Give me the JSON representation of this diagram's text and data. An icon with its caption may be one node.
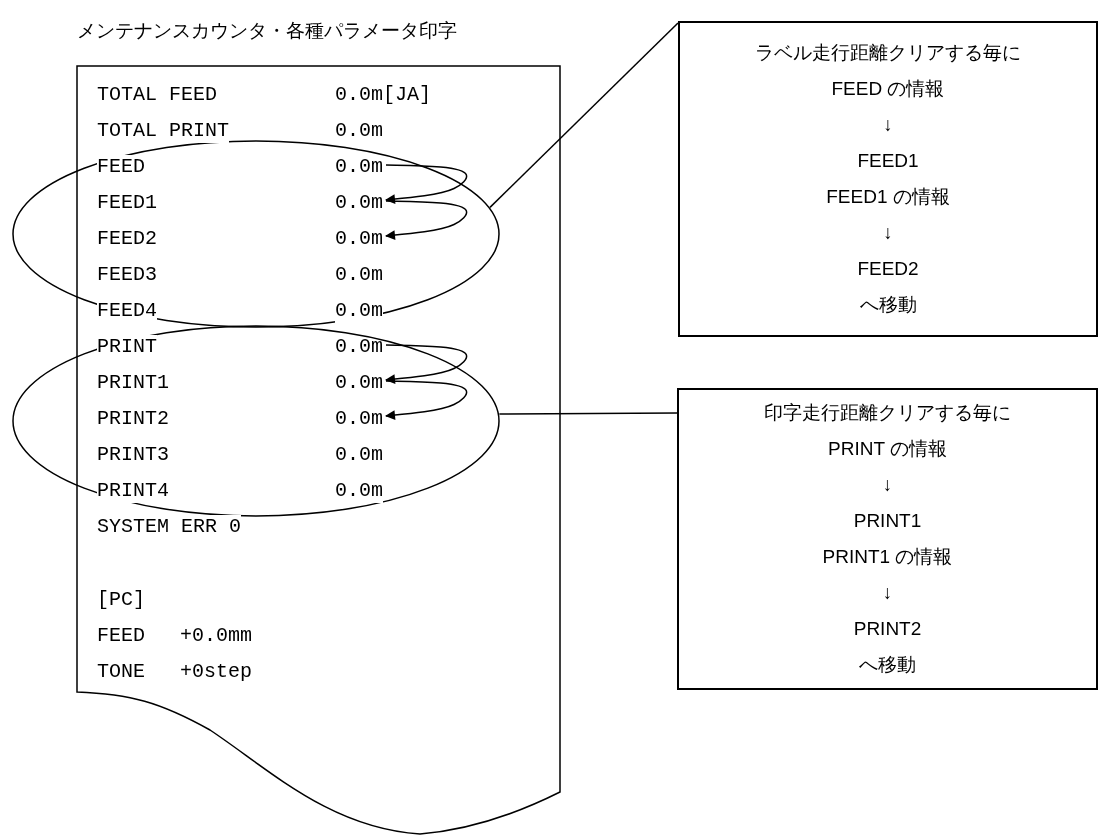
{
  "diagram": {
    "title": "メンテナンスカウンタ・各種パラメータ印字",
    "nodes": [
      {
        "text": [],
        "shape": "ellipse"
      },
      {
        "text": [
          "0.0m"
        ],
        "in": 0
      },
      {
        "text": [
          "0.0m"
        ],
        "in": 0
      },
      {
        "text": [
          "0.0m"
        ],
        "in": 0
      },
      {
        "text": [],
        "shape": "ellipse"
      },
      {
        "text": [
          "0.0m"
        ],
        "in": 4
      },
      {
        "text": [
          "0.0m"
        ],
        "in": 4
      },
      {
        "text": [
          "0.0m"
        ],
        "in": 4
      },
      {
        "text": [
          "ラベル走行距離クリアする毎に",
          "FEED の情報",
          "↓",
          "FEED1",
          "FEED1 の情報",
          "↓",
          "FEED2",
          "へ移動"
        ]
      },
      {
        "text": [
          "印字走行距離クリアする毎に",
          "PRINT の情報",
          "↓",
          "PRINT1",
          "PRINT1 の情報",
          "↓",
          "PRINT2",
          "へ移動"
        ]
      }
    ],
    "edges": [
      {
        "from": 1,
        "to": 2,
        "arrow": "to"
      },
      {
        "from": 2,
        "to": 3,
        "arrow": "to"
      },
      {
        "from": 5,
        "to": 6,
        "arrow": "to"
      },
      {
        "from": 6,
        "to": 7,
        "arrow": "to"
      },
      {
        "from": 0,
        "to": 8,
        "arrow": "none"
      },
      {
        "from": 4,
        "to": 9,
        "arrow": "none"
      }
    ],
    "labels": [
      "TOTAL FEED",
      "0.0m[JA]",
      "TOTAL PRINT",
      "0.0m",
      "FEED",
      "FEED1",
      "FEED2",
      "FEED3",
      "0.0m",
      "FEED4",
      "0.0m",
      "PRINT",
      "PRINT1",
      "PRINT2",
      "PRINT3",
      "0.0m",
      "PRINT4",
      "0.0m",
      "SYSTEM ERR 0",
      "[PC]",
      "FEED",
      "+0.0mm",
      "TONE",
      "+0step"
    ]
  }
}
